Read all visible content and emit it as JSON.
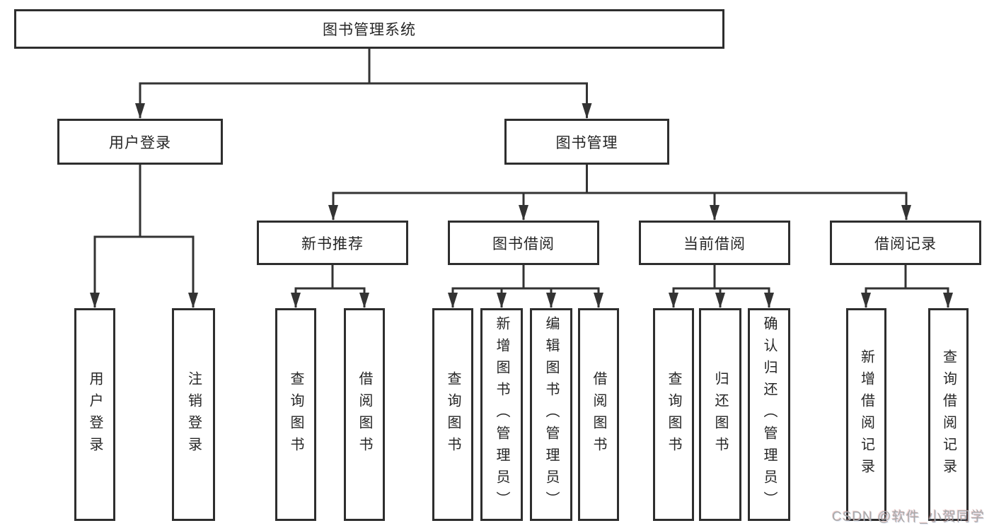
{
  "tree": {
    "label": "图书管理系统",
    "children": [
      {
        "label": "用户登录",
        "children": [
          {
            "label": "用户登录"
          },
          {
            "label": "注销登录"
          }
        ]
      },
      {
        "label": "图书管理",
        "children": [
          {
            "label": "新书推荐",
            "children": [
              {
                "label": "查询图书"
              },
              {
                "label": "借阅图书"
              }
            ]
          },
          {
            "label": "图书借阅",
            "children": [
              {
                "label": "查询图书"
              },
              {
                "label": "新增图书（管理员）"
              },
              {
                "label": "编辑图书（管理员）"
              },
              {
                "label": "借阅图书"
              }
            ]
          },
          {
            "label": "当前借阅",
            "children": [
              {
                "label": "查询图书"
              },
              {
                "label": "归还图书"
              },
              {
                "label": "确认归还（管理员）"
              }
            ]
          },
          {
            "label": "借阅记录",
            "children": [
              {
                "label": "新增借阅记录"
              },
              {
                "label": "查询借阅记录"
              }
            ]
          }
        ]
      }
    ]
  },
  "watermark": {
    "text": "CSDN @软件_小贺同学"
  },
  "colors": {
    "line": "#333333",
    "box_border": "#2e2e2e",
    "box_background": "#ffffff",
    "text": "#262626",
    "page_background": "#ffffff",
    "watermark": "#a9a9a9"
  }
}
